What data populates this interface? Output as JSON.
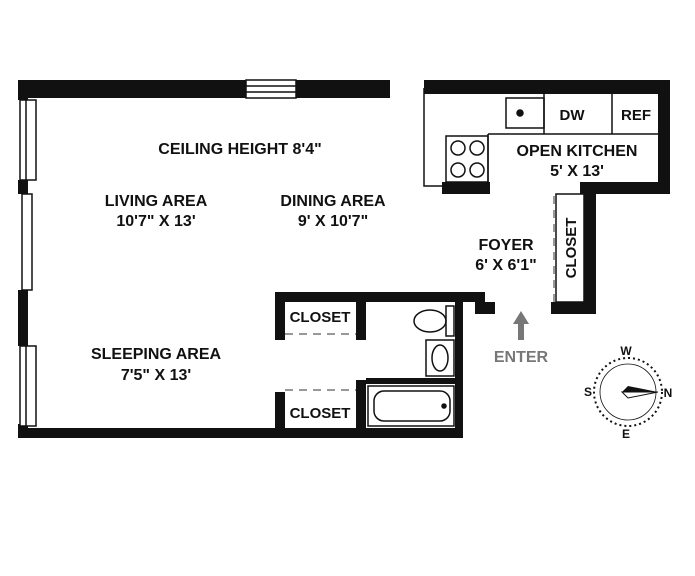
{
  "floorplan": {
    "ceiling_height": "CEILING HEIGHT 8'4\"",
    "rooms": {
      "living": {
        "name": "LIVING AREA",
        "size": "10'7\" X 13'"
      },
      "dining": {
        "name": "DINING AREA",
        "size": "9' X 10'7\""
      },
      "kitchen": {
        "name": "OPEN KITCHEN",
        "size": "5' X 13'"
      },
      "foyer": {
        "name": "FOYER",
        "size": "6' X 6'1\""
      },
      "sleeping": {
        "name": "SLEEPING AREA",
        "size": "7'5\" X 13'"
      }
    },
    "fixtures": {
      "dishwasher": "DW",
      "refrigerator": "REF",
      "closet_foyer": "CLOSET",
      "closet_upper": "CLOSET",
      "closet_lower": "CLOSET"
    },
    "entry_label": "ENTER",
    "compass": {
      "n": "N",
      "s": "S",
      "e": "E",
      "w": "W"
    }
  },
  "colors": {
    "wall": "#111111",
    "enter": "#777777",
    "dashed": "#999999"
  }
}
